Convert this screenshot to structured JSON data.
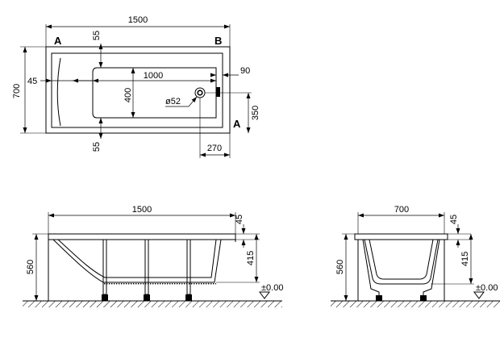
{
  "top_view": {
    "dims": {
      "overall_length": "1500",
      "overall_width": "700",
      "rim_top": "55",
      "rim_bottom": "55",
      "rim_left": "45",
      "inner_length": "1000",
      "inner_width": "400",
      "rim_right": "90",
      "drain_diameter": "ø52",
      "drain_offset_y": "350",
      "drain_offset_x": "270"
    },
    "section_labels": {
      "a_top": "A",
      "b_top": "B",
      "a_side": "A"
    }
  },
  "side_view": {
    "dims": {
      "length": "1500",
      "rim": "45",
      "height": "560",
      "depth": "415",
      "floor_level": "±0.00"
    }
  },
  "end_view": {
    "dims": {
      "width": "700",
      "rim": "45",
      "height": "560",
      "depth": "415",
      "floor_level": "±0.00"
    }
  }
}
